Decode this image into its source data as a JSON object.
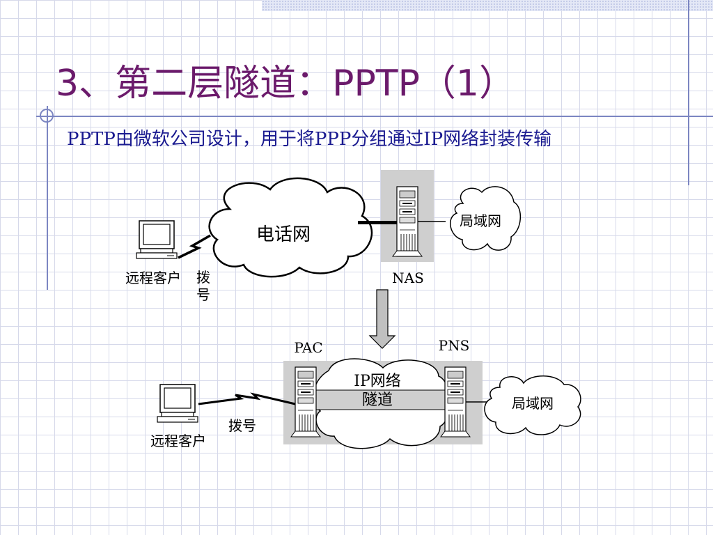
{
  "slide": {
    "title": "3、第二层隧道：PPTP（1）",
    "description": "PPTP由微软公司设计，用于将PPP分组通过IP网络封装传输"
  },
  "diagram": {
    "top": {
      "phone_network_label": "电话网",
      "lan_label": "局域网",
      "nas_label": "NAS",
      "remote_client_label": "远程客户",
      "dial_label_line1": "拨",
      "dial_label_line2": "号"
    },
    "bottom": {
      "pac_label": "PAC",
      "pns_label": "PNS",
      "ip_network_label_line1": "IP网络",
      "ip_network_label_line2": "隧道",
      "lan_label": "局域网",
      "remote_client_label": "远程客户",
      "dial_label": "拨号"
    }
  },
  "colors": {
    "title": "#6b1a6b",
    "body_text": "#1a1a90",
    "grid": "#d6d9ea",
    "accent_line": "#7c86c2"
  }
}
